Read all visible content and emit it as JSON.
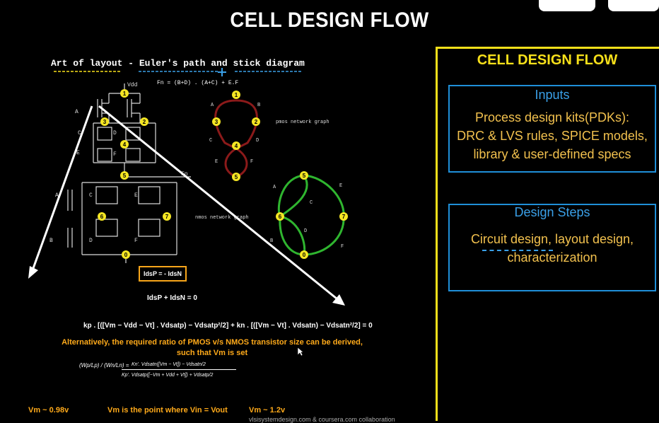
{
  "slide_title": "CELL DESIGN FLOW",
  "subtitle": "Art of layout - Euler's path and stick diagram",
  "formula_fn": "Fn = (B+D) . (A+C) + E.F",
  "labels": {
    "vdd": "Vdd",
    "fn": "Fn",
    "pmos_graph": "pmos network graph",
    "nmos_graph": "nmos network graph",
    "A": "A",
    "B": "B",
    "C": "C",
    "D": "D",
    "E": "E",
    "F": "F"
  },
  "nodes": [
    "1",
    "2",
    "3",
    "4",
    "5",
    "6",
    "7",
    "0"
  ],
  "equations": {
    "idsp_eq": "IdsP = - IdsN",
    "sum_eq": "IdsP + IdsN = 0",
    "kp_eq": "kp . [([Vm − Vdd − Vt] . Vdsatp) − Vdsatp²/2] + kn . [([Vm − Vt] . Vdsatn) − Vdsatn²/2] = 0",
    "ratio_lhs": "(Wp/Lp) / (Wn/Ln) =",
    "ratio_num": "Kn'. Vdsatn([Vm − Vt]) − Vdsatn/2",
    "ratio_den": "Kp'. Vdsatp([−Vm + Vdd + Vt]) + Vdsatp/2"
  },
  "note_line1": "Alternatively, the required ratio of PMOS v/s NMOS transistor size can be derived,",
  "note_line2": "such that Vm is set",
  "footer": {
    "vm_left": "Vm ~ 0.98v",
    "vm_mid": "Vm is the point where Vin = Vout",
    "vm_right": "Vm ~ 1.2v",
    "credit": "vlsisystemdesign.com & coursera.com collaboration"
  },
  "panel": {
    "title": "CELL DESIGN FLOW",
    "inputs_header": "Inputs",
    "inputs_lines": [
      "Process design kits(PDKs):",
      "DRC & LVS rules, SPICE models,",
      "library & user-defined specs"
    ],
    "steps_header": "Design Steps",
    "steps_lines": [
      "Circuit design, layout design,",
      "characterization"
    ]
  },
  "colors": {
    "accent_yellow": "#f7e01a",
    "box_blue": "#1f8fd8",
    "text_gold": "#f2c14e",
    "node_yellow": "#f5e623",
    "pmos_graph": "#8b1a1a",
    "nmos_graph": "#2fb52f",
    "note_orange": "#ffaa1a"
  }
}
